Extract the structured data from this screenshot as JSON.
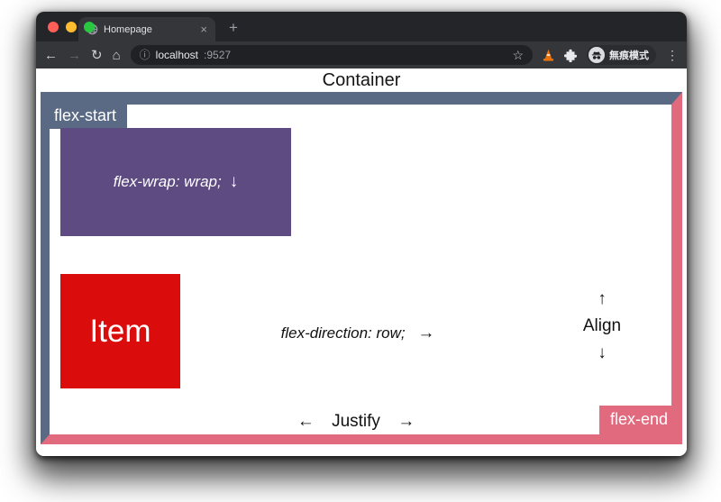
{
  "colors": {
    "slate": "#5a6a84",
    "pink": "#e26a7e",
    "purple": "#5d4b82",
    "red": "#da0c0c",
    "chrome-frame": "#232528",
    "chrome-surface": "#35363a",
    "chrome-field": "#202124",
    "traffic-red": "#ff5f57",
    "traffic-yellow": "#febc2e",
    "traffic-green": "#28c840"
  },
  "browser": {
    "tab": {
      "title": "Homepage",
      "close_glyph": "×",
      "new_tab_glyph": "+"
    },
    "toolbar": {
      "back_glyph": "←",
      "forward_glyph": "→",
      "reload_glyph": "↻",
      "home_glyph": "⌂",
      "info_glyph": "ⓘ",
      "url_host": "localhost",
      "url_port": ":9527",
      "star_glyph": "☆",
      "incognito_label": "無痕模式",
      "menu_glyph": "⋮"
    }
  },
  "page": {
    "title": "Container",
    "flex_start_label": "flex-start",
    "flex_end_label": "flex-end",
    "wrap_box": {
      "text": "flex-wrap: wrap;",
      "arrow": "↓"
    },
    "item_box": {
      "text": "Item"
    },
    "direction": {
      "text": "flex-direction: row;",
      "arrow": "→"
    },
    "align": {
      "up": "↑",
      "label": "Align",
      "down": "↓"
    },
    "justify": {
      "left": "←",
      "label": "Justify",
      "right": "→"
    }
  }
}
